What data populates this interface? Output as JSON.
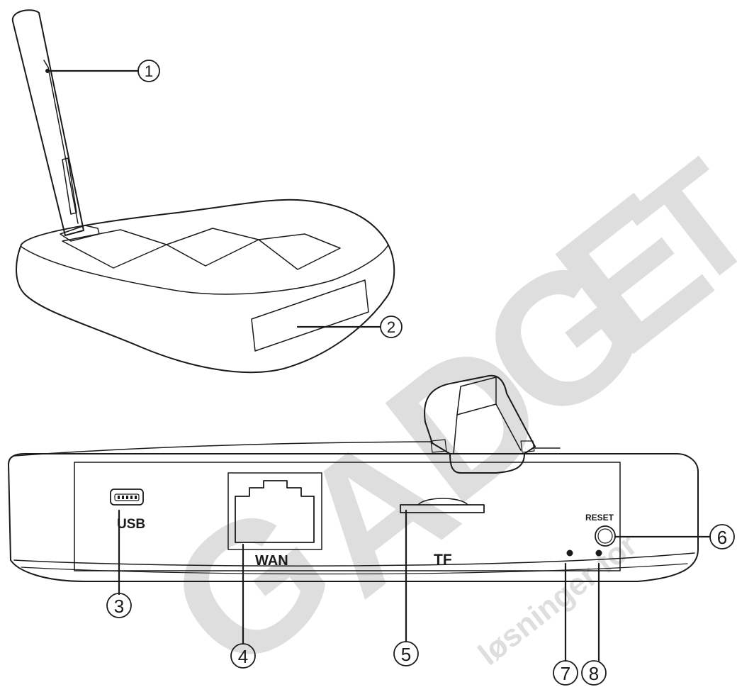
{
  "watermark": {
    "main_letters": [
      "G",
      "A",
      "D",
      "G",
      "E",
      "T"
    ],
    "tagline": "løsninger for"
  },
  "port_labels": {
    "usb": "USB",
    "wan": "WAN",
    "tf": "TF",
    "reset": "RESET"
  },
  "callouts": [
    {
      "id": "1"
    },
    {
      "id": "2"
    },
    {
      "id": "3"
    },
    {
      "id": "4"
    },
    {
      "id": "5"
    },
    {
      "id": "6"
    },
    {
      "id": "7"
    },
    {
      "id": "8"
    }
  ],
  "colors": {
    "line": "#1a1a1a",
    "watermark": "#e0e0e0",
    "background": "#ffffff"
  }
}
